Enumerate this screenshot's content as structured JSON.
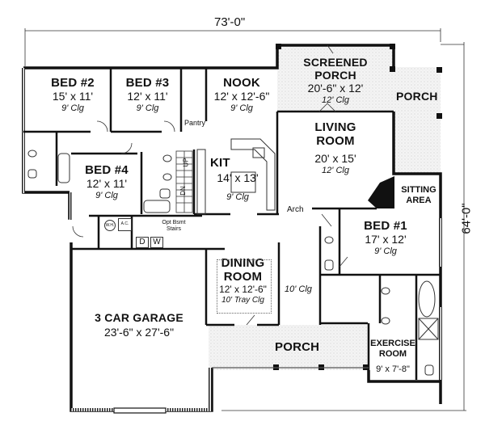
{
  "plan": {
    "overall_width": "73'-0\"",
    "overall_depth": "64'-0\"",
    "line_color": "#111111",
    "porch_fill": "#e8e8e8"
  },
  "rooms": {
    "bed2": {
      "name": "BED #2",
      "size": "15' x 11'",
      "ceiling": "9' Clg"
    },
    "bed3": {
      "name": "BED #3",
      "size": "12' x 11'",
      "ceiling": "9' Clg"
    },
    "nook": {
      "name": "NOOK",
      "size": "12' x 12'-6\"",
      "ceiling": "9' Clg"
    },
    "pantry": {
      "name": "Pantry"
    },
    "screened_porch": {
      "name_line1": "SCREENED",
      "name_line2": "PORCH",
      "size": "20'-6\" x 12'",
      "ceiling": "12' Clg"
    },
    "side_porch": {
      "name": "PORCH"
    },
    "living": {
      "name_line1": "LIVING",
      "name_line2": "ROOM",
      "size": "20' x 15'",
      "ceiling": "12' Clg"
    },
    "bed4": {
      "name": "BED #4",
      "size": "12' x 11'",
      "ceiling": "9' Clg"
    },
    "kit": {
      "name": "KIT",
      "size": "14' x 13'",
      "ceiling": "9' Clg"
    },
    "sitting": {
      "name_line1": "SITTING",
      "name_line2": "AREA"
    },
    "arch": {
      "name": "Arch"
    },
    "bed1": {
      "name": "BED #1",
      "size": "17' x 12'",
      "ceiling": "9' Clg"
    },
    "stairs": {
      "line1": "Opt Bsmt",
      "line2": "Stairs",
      "up": "UP",
      "down": "DN"
    },
    "laundry": {
      "dryer": "D",
      "washer": "W",
      "water_heater": "W.H.",
      "ac": "A.C."
    },
    "dining": {
      "name_line1": "DINING",
      "name_line2": "ROOM",
      "size": "12' x 12'-6\"",
      "ceiling": "10' Tray Clg"
    },
    "foyer": {
      "ceiling": "10' Clg"
    },
    "garage": {
      "name": "3 CAR GARAGE",
      "size": "23'-6\" x 27'-6\""
    },
    "front_porch": {
      "name": "PORCH"
    },
    "exercise": {
      "name_line1": "EXERCISE",
      "name_line2": "ROOM",
      "size": "9' x 7'-8\""
    }
  }
}
